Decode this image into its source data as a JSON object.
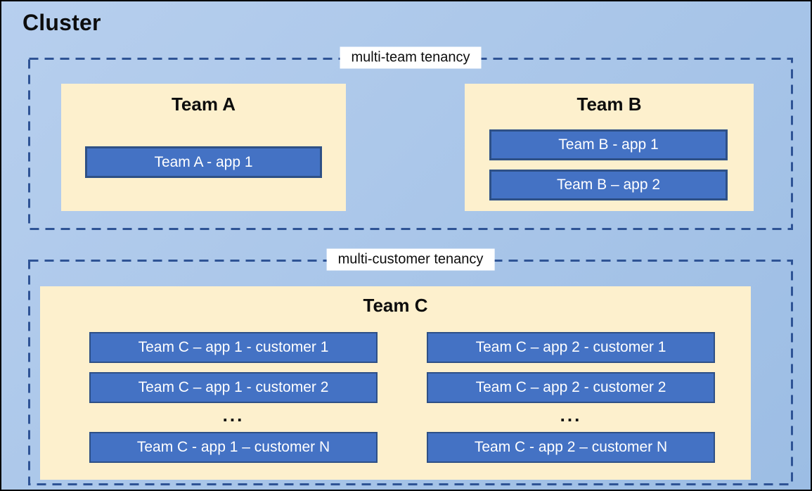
{
  "cluster": {
    "title": "Cluster"
  },
  "sections": [
    {
      "label": "multi-team tenancy",
      "teams": [
        {
          "name": "Team A",
          "apps": [
            "Team A - app 1"
          ]
        },
        {
          "name": "Team B",
          "apps": [
            "Team B - app 1",
            "Team B – app 2"
          ]
        }
      ]
    },
    {
      "label": "multi-customer tenancy",
      "teams": [
        {
          "name": "Team C",
          "columns": [
            {
              "apps": [
                "Team C – app 1 - customer 1",
                "Team C – app 1 - customer 2",
                "Team C - app 1 – customer N"
              ],
              "ellipsis": "..."
            },
            {
              "apps": [
                "Team C – app 2 - customer 1",
                "Team C – app 2 - customer 2",
                "Team C - app 2 – customer N"
              ],
              "ellipsis": "..."
            }
          ]
        }
      ]
    }
  ],
  "colors": {
    "background_top": "#b7cfee",
    "background_bottom": "#9cbde4",
    "dashed_border": "#2e5395",
    "team_fill": "#fdf0cd",
    "app_fill": "#4472c4",
    "app_border": "#2e5086",
    "app_text": "#ffffff",
    "outer_border": "#000000",
    "label_bg": "#ffffff",
    "text": "#0d0d0d"
  }
}
